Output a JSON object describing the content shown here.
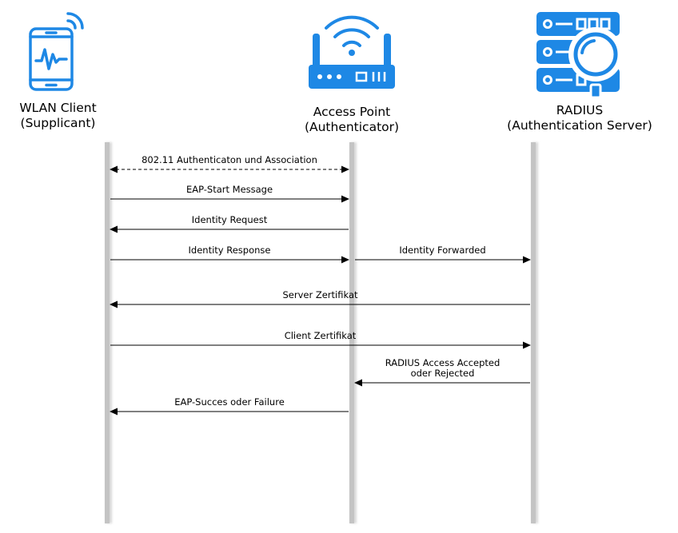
{
  "colors": {
    "icon_blue": "#1e88e5",
    "lifeline_gray": "#c4c4c4",
    "arrow": "#000000"
  },
  "actors": [
    {
      "id": "client",
      "title": "WLAN Client",
      "subtitle": "(Supplicant)",
      "icon": "smartphone-wifi-icon"
    },
    {
      "id": "ap",
      "title": "Access Point",
      "subtitle": "(Authenticator)",
      "icon": "wifi-router-icon"
    },
    {
      "id": "radius",
      "title": "RADIUS",
      "subtitle": "(Authentication Server)",
      "icon": "server-search-icon"
    }
  ],
  "messages": [
    {
      "from": "client",
      "to": "ap",
      "label": [
        "802.11 Authenticaton und Association"
      ],
      "style": "dashed",
      "bidirectional": true
    },
    {
      "from": "client",
      "to": "ap",
      "label": [
        "EAP-Start Message"
      ],
      "style": "solid",
      "bidirectional": false
    },
    {
      "from": "ap",
      "to": "client",
      "label": [
        "Identity Request"
      ],
      "style": "solid",
      "bidirectional": false
    },
    {
      "from": "client",
      "to": "ap",
      "label": [
        "Identity Response"
      ],
      "style": "solid",
      "bidirectional": false
    },
    {
      "from": "ap",
      "to": "radius",
      "label": [
        "Identity Forwarded"
      ],
      "style": "solid",
      "bidirectional": false
    },
    {
      "from": "radius",
      "to": "client",
      "label": [
        "Server Zertifikat"
      ],
      "style": "solid",
      "bidirectional": false
    },
    {
      "from": "client",
      "to": "radius",
      "label": [
        "Client Zertifikat"
      ],
      "style": "solid",
      "bidirectional": false
    },
    {
      "from": "radius",
      "to": "ap",
      "label": [
        "RADIUS Access Accepted",
        "oder Rejected"
      ],
      "style": "solid",
      "bidirectional": false
    },
    {
      "from": "ap",
      "to": "client",
      "label": [
        "EAP-Succes oder Failure"
      ],
      "style": "solid",
      "bidirectional": false
    }
  ]
}
